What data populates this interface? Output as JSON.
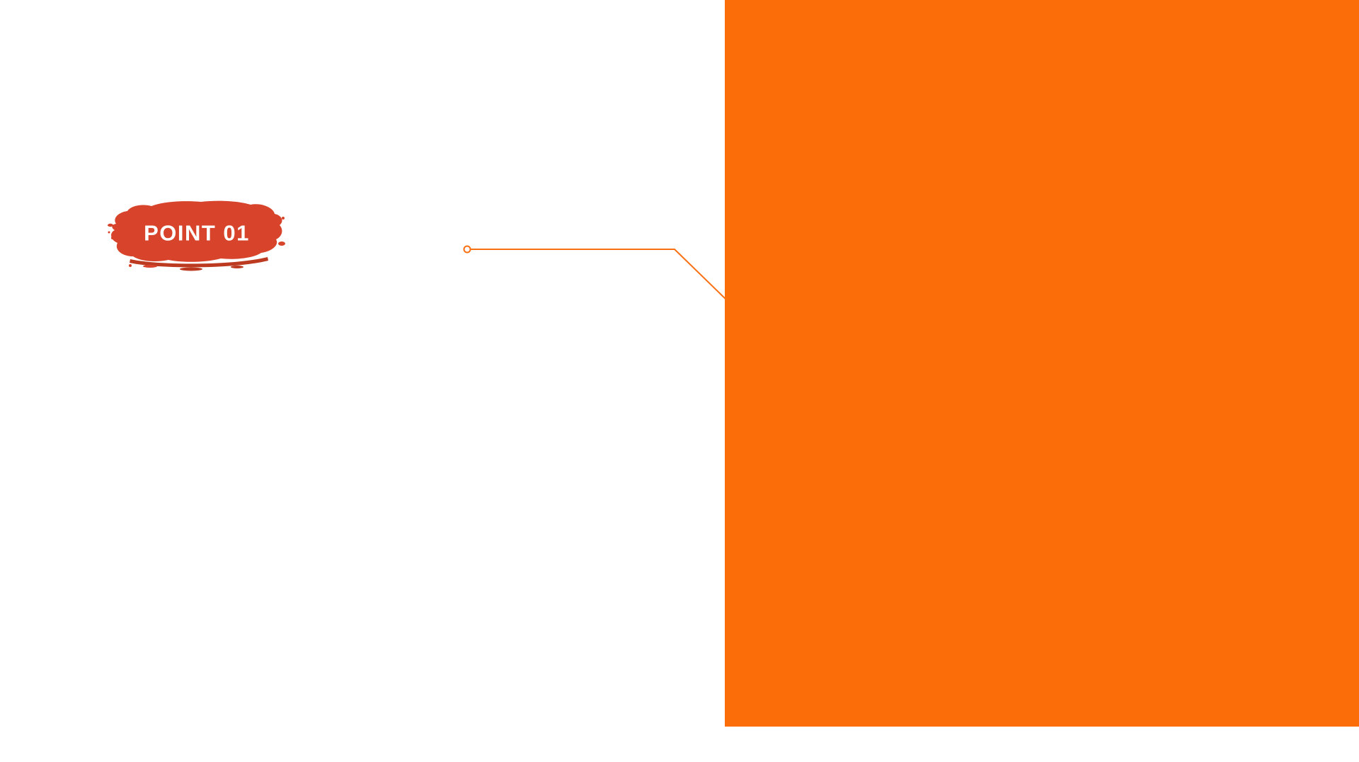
{
  "slide": {
    "badge": {
      "label": "POINT 01"
    }
  },
  "icons": {
    "callout_connector": "connector-line-with-dot",
    "brush_stroke": "paint-brush-stroke-shape"
  },
  "colors": {
    "background": "#ffffff",
    "panel-orange": "#fb6d09",
    "line-orange": "#f97014",
    "brush-red": "#d7442b",
    "brush-dark": "#bc3a20",
    "badge-text": "#ffffff"
  }
}
